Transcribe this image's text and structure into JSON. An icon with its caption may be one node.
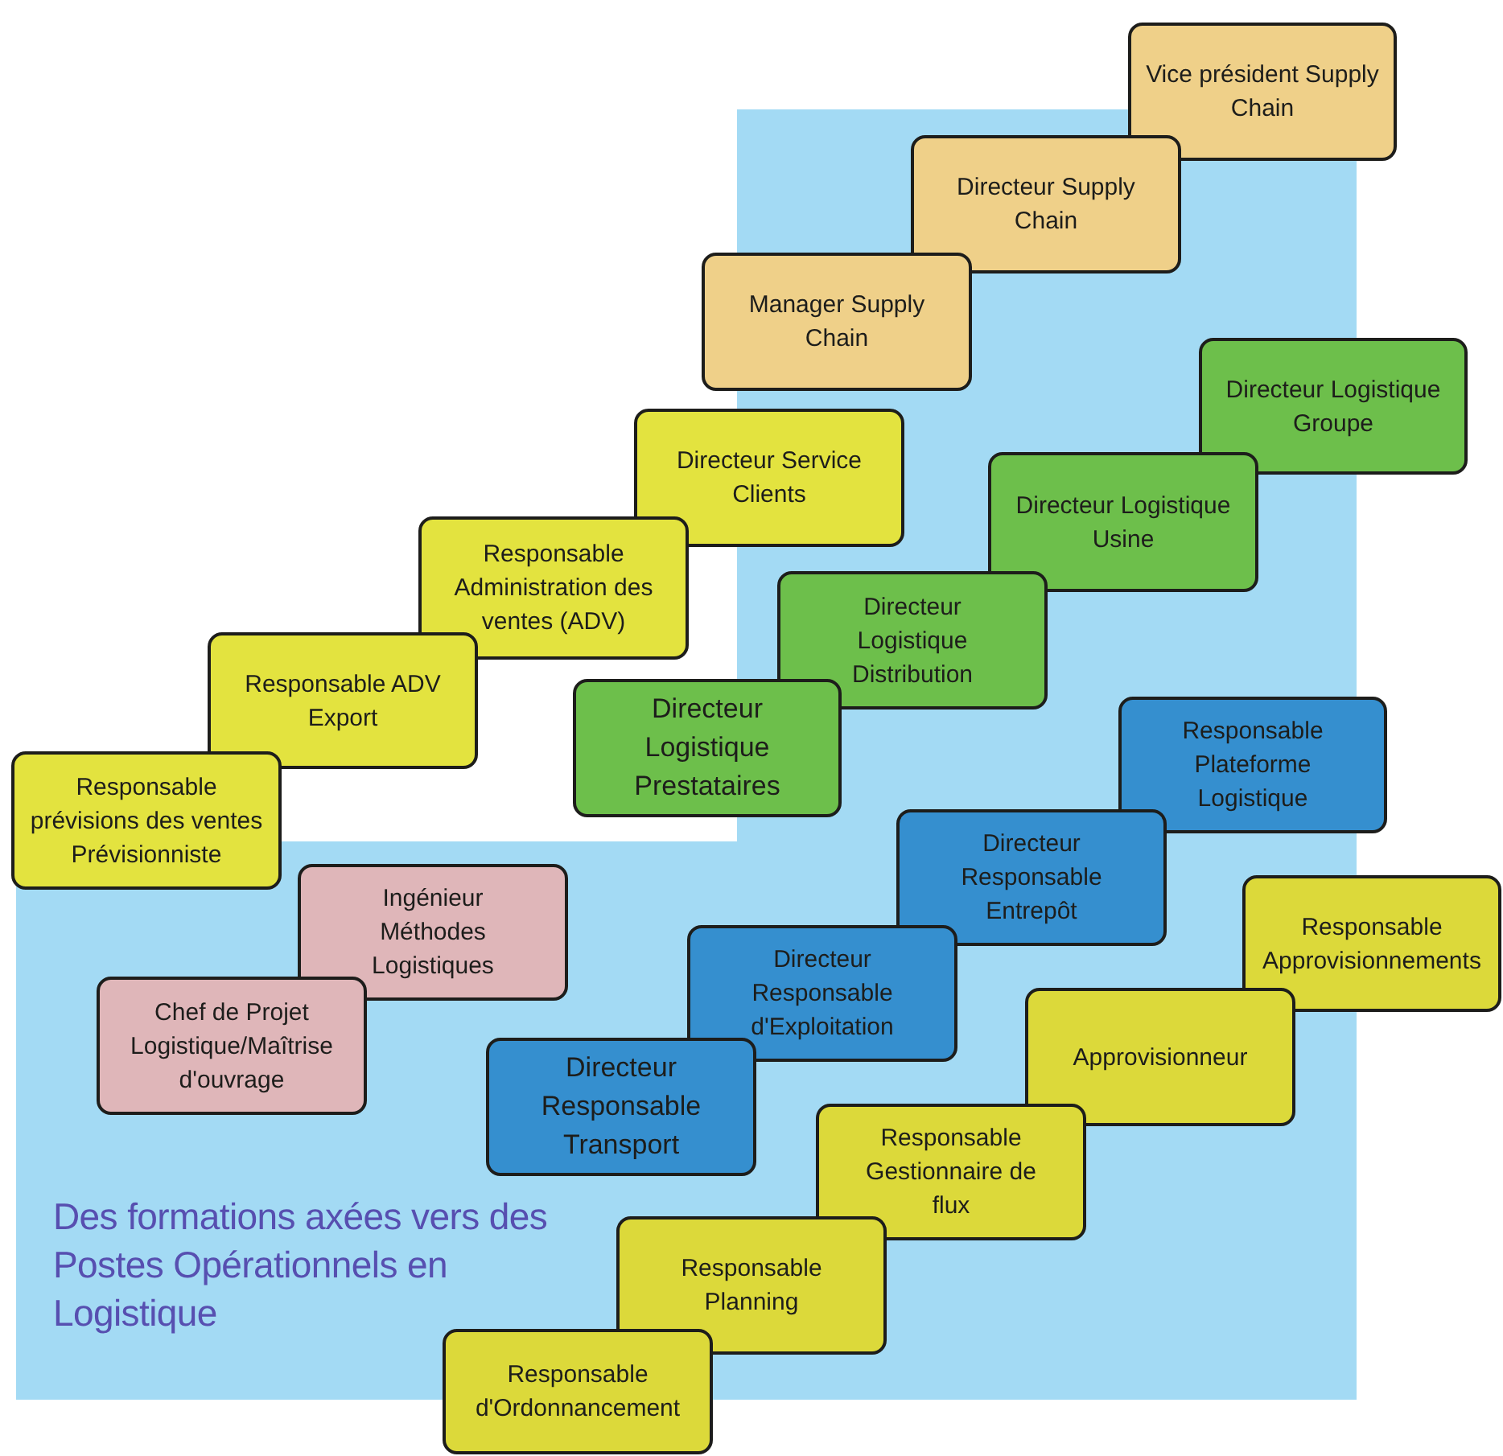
{
  "diagram": {
    "nodes": [
      {
        "text": [
          "Vice président Supply Chain"
        ]
      },
      {
        "text": [
          "Directeur Supply Chain"
        ]
      },
      {
        "text": [
          "Manager Supply Chain"
        ]
      },
      {
        "text": [
          "Directeur Service Clients"
        ]
      },
      {
        "text": [
          "Responsable Administration des ventes (ADV)"
        ]
      },
      {
        "text": [
          "Responsable ADV Export"
        ]
      },
      {
        "text": [
          "Responsable prévisions des ventes Prévisionniste"
        ]
      },
      {
        "text": [
          "Directeur Logistique Groupe"
        ]
      },
      {
        "text": [
          "Directeur Logistique Usine"
        ]
      },
      {
        "text": [
          "Directeur Logistique Distribution"
        ]
      },
      {
        "text": [
          "Directeur Logistique Prestataires"
        ]
      },
      {
        "text": [
          "Responsable Plateforme Logistique"
        ]
      },
      {
        "text": [
          "Directeur Responsable Entrepôt"
        ]
      },
      {
        "text": [
          "Directeur Responsable d'Exploitation"
        ]
      },
      {
        "text": [
          "Directeur Responsable Transport"
        ]
      },
      {
        "text": [
          "Responsable Approvisionnements"
        ]
      },
      {
        "text": [
          "Approvisionneur"
        ]
      },
      {
        "text": [
          "Responsable Gestionnaire de flux"
        ]
      },
      {
        "text": [
          "Responsable Planning"
        ]
      },
      {
        "text": [
          "Responsable d'Ordonnancement"
        ]
      },
      {
        "text": [
          "Ingénieur Méthodes Logistiques"
        ]
      },
      {
        "text": [
          "Chef de Projet Logistique/Maîtrise d'ouvrage"
        ]
      }
    ],
    "labels": [
      "Des formations axées vers des Postes Opérationnels en Logistique"
    ]
  }
}
